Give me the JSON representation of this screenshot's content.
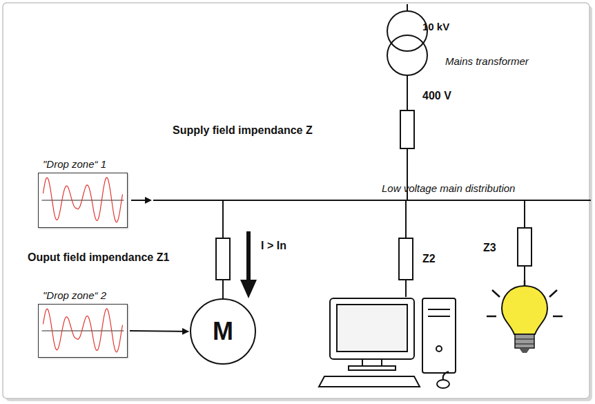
{
  "diagram": {
    "nodes": [
      {
        "text": [
          "\"Drop zone“ 1"
        ]
      },
      {
        "text": [
          "\"Drop zone“ 2"
        ]
      },
      {
        "text": [
          "M"
        ]
      }
    ],
    "edges": [
      {
        "from": 1,
        "to": 2,
        "arrow": "to"
      }
    ],
    "labels": [
      "10 kV",
      "Mains transformer",
      "400 V",
      "Supply field impendance Z",
      "Low voltage main distribution",
      "Ouput field impendance Z1",
      "I > In",
      "Z2",
      "Z3"
    ]
  }
}
